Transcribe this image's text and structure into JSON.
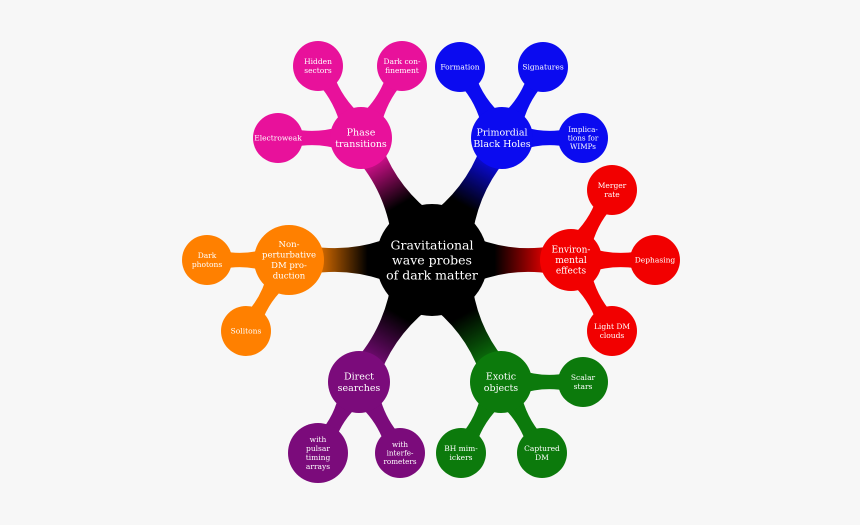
{
  "center": {
    "label_lines": [
      "Gravitational",
      "wave probes",
      "of dark matter"
    ],
    "color": "#000000"
  },
  "branches": [
    {
      "key": "phase",
      "label_lines": [
        "Phase",
        "transitions"
      ],
      "color": "#e8119b",
      "leaves": [
        {
          "key": "hidden",
          "label_lines": [
            "Hidden",
            "sectors"
          ]
        },
        {
          "key": "darkcon",
          "label_lines": [
            "Dark con-",
            "finement"
          ]
        },
        {
          "key": "electroweak",
          "label_lines": [
            "Electroweak"
          ]
        }
      ]
    },
    {
      "key": "pbh",
      "label_lines": [
        "Primordial",
        "Black Holes"
      ],
      "color": "#0b0bf0",
      "leaves": [
        {
          "key": "formation",
          "label_lines": [
            "Formation"
          ]
        },
        {
          "key": "signatures",
          "label_lines": [
            "Signatures"
          ]
        },
        {
          "key": "wimps",
          "label_lines": [
            "Implica-",
            "tions for",
            "WIMPs"
          ]
        }
      ]
    },
    {
      "key": "env",
      "label_lines": [
        "Environ-",
        "mental",
        "effects"
      ],
      "color": "#f20000",
      "leaves": [
        {
          "key": "merger",
          "label_lines": [
            "Merger",
            "rate"
          ]
        },
        {
          "key": "dephasing",
          "label_lines": [
            "Dephasing"
          ]
        },
        {
          "key": "lightdm",
          "label_lines": [
            "Light DM",
            "clouds"
          ]
        }
      ]
    },
    {
      "key": "exotic",
      "label_lines": [
        "Exotic",
        "objects"
      ],
      "color": "#0c7a0c",
      "leaves": [
        {
          "key": "scalar",
          "label_lines": [
            "Scalar",
            "stars"
          ]
        },
        {
          "key": "captured",
          "label_lines": [
            "Captured",
            "DM"
          ]
        },
        {
          "key": "bhmimickers",
          "label_lines": [
            "BH mim-",
            "ickers"
          ]
        }
      ]
    },
    {
      "key": "direct",
      "label_lines": [
        "Direct",
        "searches"
      ],
      "color": "#7b0b7b",
      "leaves": [
        {
          "key": "interfero",
          "label_lines": [
            "with",
            "interfe-",
            "rometers"
          ]
        },
        {
          "key": "pulsar",
          "label_lines": [
            "with",
            "pulsar",
            "timing",
            "arrays"
          ]
        }
      ]
    },
    {
      "key": "nonpert",
      "label_lines": [
        "Non-",
        "perturbative",
        "DM pro-",
        "duction"
      ],
      "color": "#ff8000",
      "leaves": [
        {
          "key": "darkphotons",
          "label_lines": [
            "Dark",
            "photons"
          ]
        },
        {
          "key": "solitons",
          "label_lines": [
            "Solitons"
          ]
        }
      ]
    }
  ]
}
